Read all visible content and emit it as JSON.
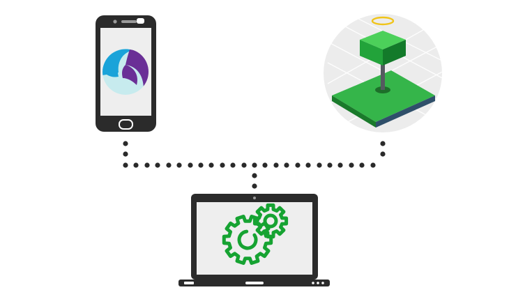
{
  "diagram": {
    "nodes": [
      {
        "id": "phone",
        "icon": "smartphone-icon",
        "screen_icon": "swirl-logo-icon"
      },
      {
        "id": "robot-scene",
        "icon": "3d-scene-icon"
      },
      {
        "id": "laptop",
        "icon": "laptop-icon",
        "screen_icon": "gears-icon"
      }
    ],
    "connectors": [
      {
        "from": "phone",
        "to": "laptop",
        "style": "dotted"
      },
      {
        "from": "robot-scene",
        "to": "laptop",
        "style": "dotted"
      }
    ]
  },
  "colors": {
    "device_frame": "#2b2b2b",
    "screen_bg": "#eeeeee",
    "dots": "#2a2a2a",
    "gear_green": "#16a332",
    "scene_bg": "#ececec",
    "platform_green": "#35b54a",
    "platform_shadow": "#1a7a2b",
    "platform_edge": "#2f4f6a",
    "halo": "#f0c419",
    "swirl_blue": "#1aa3d9",
    "swirl_purple": "#6a2f96",
    "swirl_light": "#c7ebee"
  }
}
